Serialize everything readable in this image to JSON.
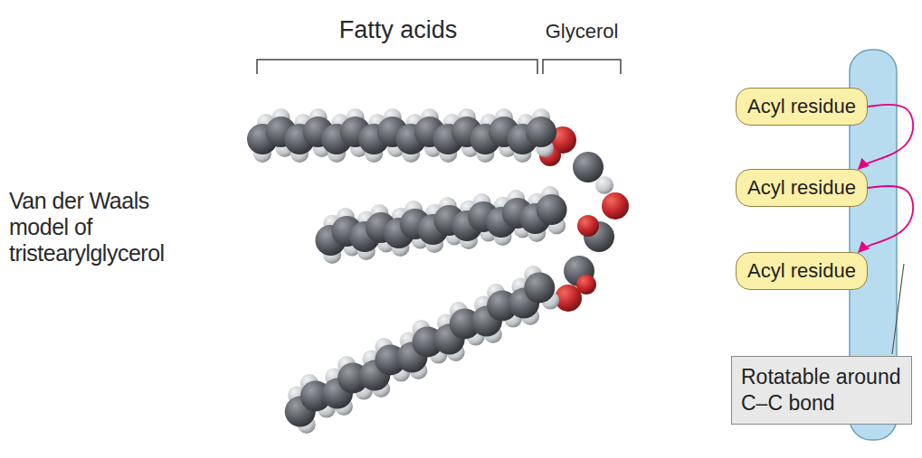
{
  "diagram": {
    "nodes": [
      {
        "text": [
          "Acyl residue"
        ]
      },
      {
        "text": [
          "Acyl residue"
        ]
      },
      {
        "text": [
          "Acyl residue"
        ]
      },
      {
        "text": [
          "Rotatable around C–C bond"
        ]
      }
    ],
    "edges": [
      {
        "from": 0,
        "to": 1,
        "arrow": "to"
      },
      {
        "from": 1,
        "to": 2,
        "arrow": "to"
      }
    ],
    "labels": [
      "Fatty acids",
      "Glycerol",
      "Van der Waals model of tristearylglycerol"
    ]
  }
}
